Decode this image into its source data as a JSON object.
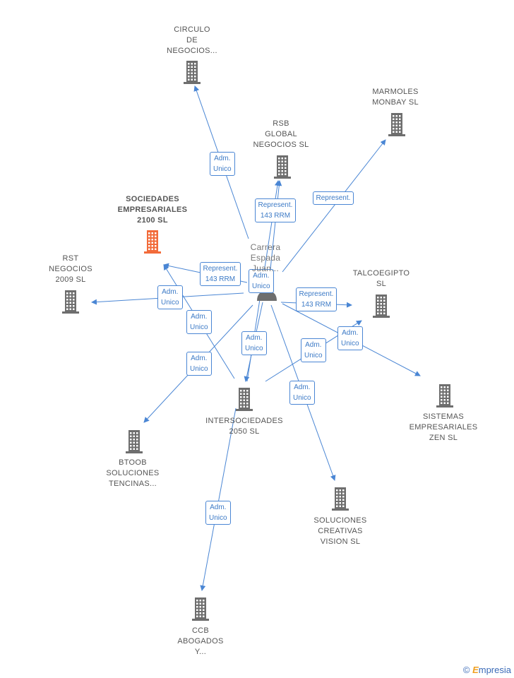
{
  "nodes": [
    {
      "id": "circulo",
      "label": "CIRCULO\nDE\nNEGOCIOS...",
      "type": "company"
    },
    {
      "id": "marmoles",
      "label": "MARMOLES\nMONBAY SL",
      "type": "company"
    },
    {
      "id": "rsb",
      "label": "RSB\nGLOBAL\nNEGOCIOS SL",
      "type": "company"
    },
    {
      "id": "sociedades",
      "label": "SOCIEDADES\nEMPRESARIALES\n2100 SL",
      "type": "company-focus"
    },
    {
      "id": "rst",
      "label": "RST\nNEGOCIOS\n2009 SL",
      "type": "company"
    },
    {
      "id": "talcoegipto",
      "label": "TALCOEGIPTO\nSL",
      "type": "company"
    },
    {
      "id": "carrera",
      "label": "Carrera\nEspada\nJuan...",
      "type": "person"
    },
    {
      "id": "sistemas",
      "label": "SISTEMAS\nEMPRESARIALES\nZEN SL",
      "type": "company"
    },
    {
      "id": "intersociedades",
      "label": "INTERSOCIEDADES\n2050 SL",
      "type": "company"
    },
    {
      "id": "btoob",
      "label": "BTOOB\nSOLUCIONES\nTENCINAS...",
      "type": "company"
    },
    {
      "id": "soluciones",
      "label": "SOLUCIONES\nCREATIVAS\nVISION SL",
      "type": "company"
    },
    {
      "id": "ccb",
      "label": "CCB\nABOGADOS\nY...",
      "type": "company"
    }
  ],
  "edges": [
    {
      "from": "carrera",
      "to": "circulo",
      "label": "Adm.\nUnico"
    },
    {
      "from": "carrera",
      "to": "marmoles",
      "label": "Represent."
    },
    {
      "from": "carrera",
      "to": "rsb",
      "label": "Represent.\n143 RRM"
    },
    {
      "from": "carrera",
      "to": "sociedades",
      "label": "Represent.\n143 RRM"
    },
    {
      "from": "carrera",
      "to": "rst",
      "label": "Adm.\nUnico"
    },
    {
      "from": "carrera",
      "to": "talcoegipto",
      "label": "Represent.\n143 RRM"
    },
    {
      "from": "carrera",
      "to": "sistemas",
      "label": "Adm.\nUnico"
    },
    {
      "from": "carrera",
      "to": "intersociedades",
      "label": "Adm.\nUnico"
    },
    {
      "from": "carrera",
      "to": "btoob",
      "label": "Adm.\nUnico"
    },
    {
      "from": "carrera",
      "to": "soluciones",
      "label": "Adm.\nUnico"
    },
    {
      "from": "intersociedades",
      "to": "sociedades",
      "label": "Adm.\nUnico"
    },
    {
      "from": "intersociedades",
      "to": "talcoegipto",
      "label": "Adm.\nUnico"
    },
    {
      "from": "intersociedades",
      "to": "rsb",
      "label": "Adm.\nUnico"
    },
    {
      "from": "intersociedades",
      "to": "ccb",
      "label": "Adm.\nUnico"
    }
  ],
  "colors": {
    "edge": "#4a86d4",
    "company_icon": "#6e6e6e",
    "focus_icon": "#f26b3a",
    "person_icon": "#6e6e6e"
  },
  "footer": {
    "copyright": "©",
    "brand_first": "E",
    "brand_rest": "mpresia"
  }
}
